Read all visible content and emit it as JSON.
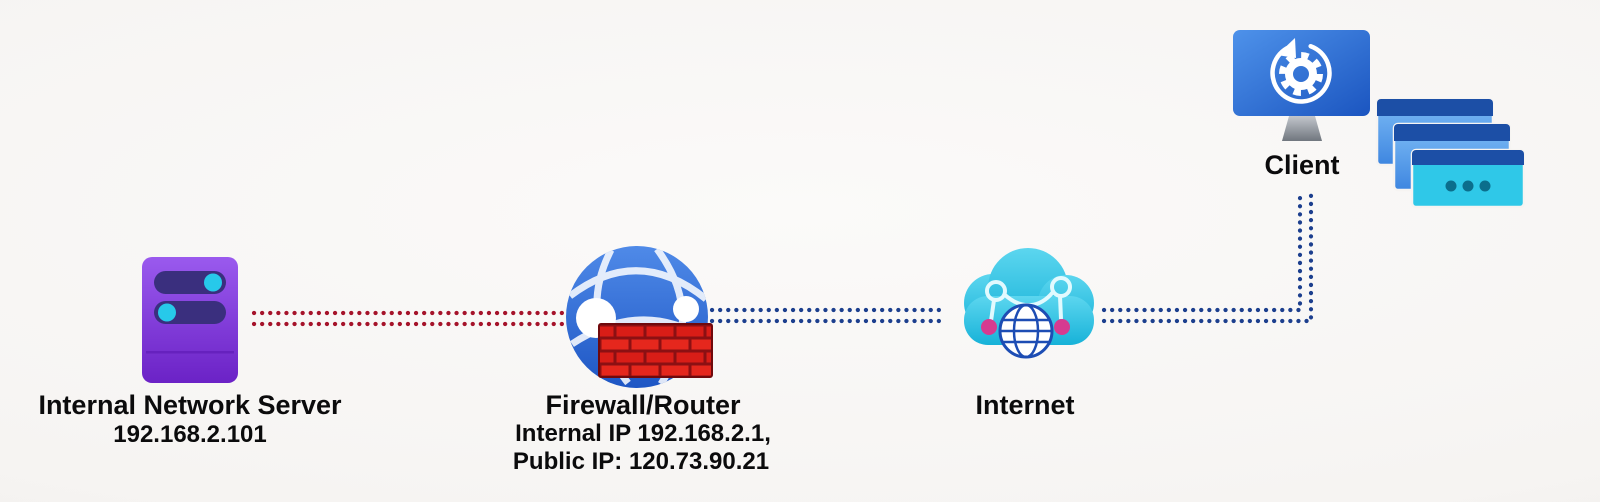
{
  "nodes": {
    "server": {
      "name": "Internal Network Server",
      "ip": "192.168.2.101",
      "icon": "server-icon"
    },
    "firewall": {
      "name": "Firewall/Router",
      "internal_ip_line": "Internal IP 192.168.2.1,",
      "public_ip_line": "Public IP: 120.73.90.21",
      "icon": "firewall-router-icon"
    },
    "internet": {
      "name": "Internet",
      "icon": "internet-cloud-icon"
    },
    "client": {
      "name": "Client",
      "icon": "client-monitor-icon"
    }
  },
  "links": {
    "server_to_firewall": {
      "style": "double-dotted-line",
      "color": "#a5132a"
    },
    "firewall_to_internet": {
      "style": "double-dotted-line",
      "color": "#1c3f8e"
    },
    "internet_to_client": {
      "style": "double-dotted-line",
      "color": "#1c3f8e"
    }
  },
  "colors": {
    "background": "#f6f4f2",
    "red_link": "#a5132a",
    "blue_link": "#1c3f8e",
    "server_purple": "#7e32d8",
    "server_slot": "#3a2f7e",
    "server_led": "#27c9ea",
    "firewall_globe_blue": "#2f6fd8",
    "brick_red": "#e5271d",
    "mortar_red": "#8c1013",
    "cloud_cyan": "#2cc4e5",
    "globe_line_blue": "#1d4db4",
    "node_dot_magenta": "#d63b90",
    "monitor_blue": "#2f6fd8",
    "window_header_blue": "#1c4fa6",
    "window_body_blue": "#5aa2ee",
    "window_front_cyan": "#2fc8e8",
    "label_text": "#0b0b0c"
  }
}
